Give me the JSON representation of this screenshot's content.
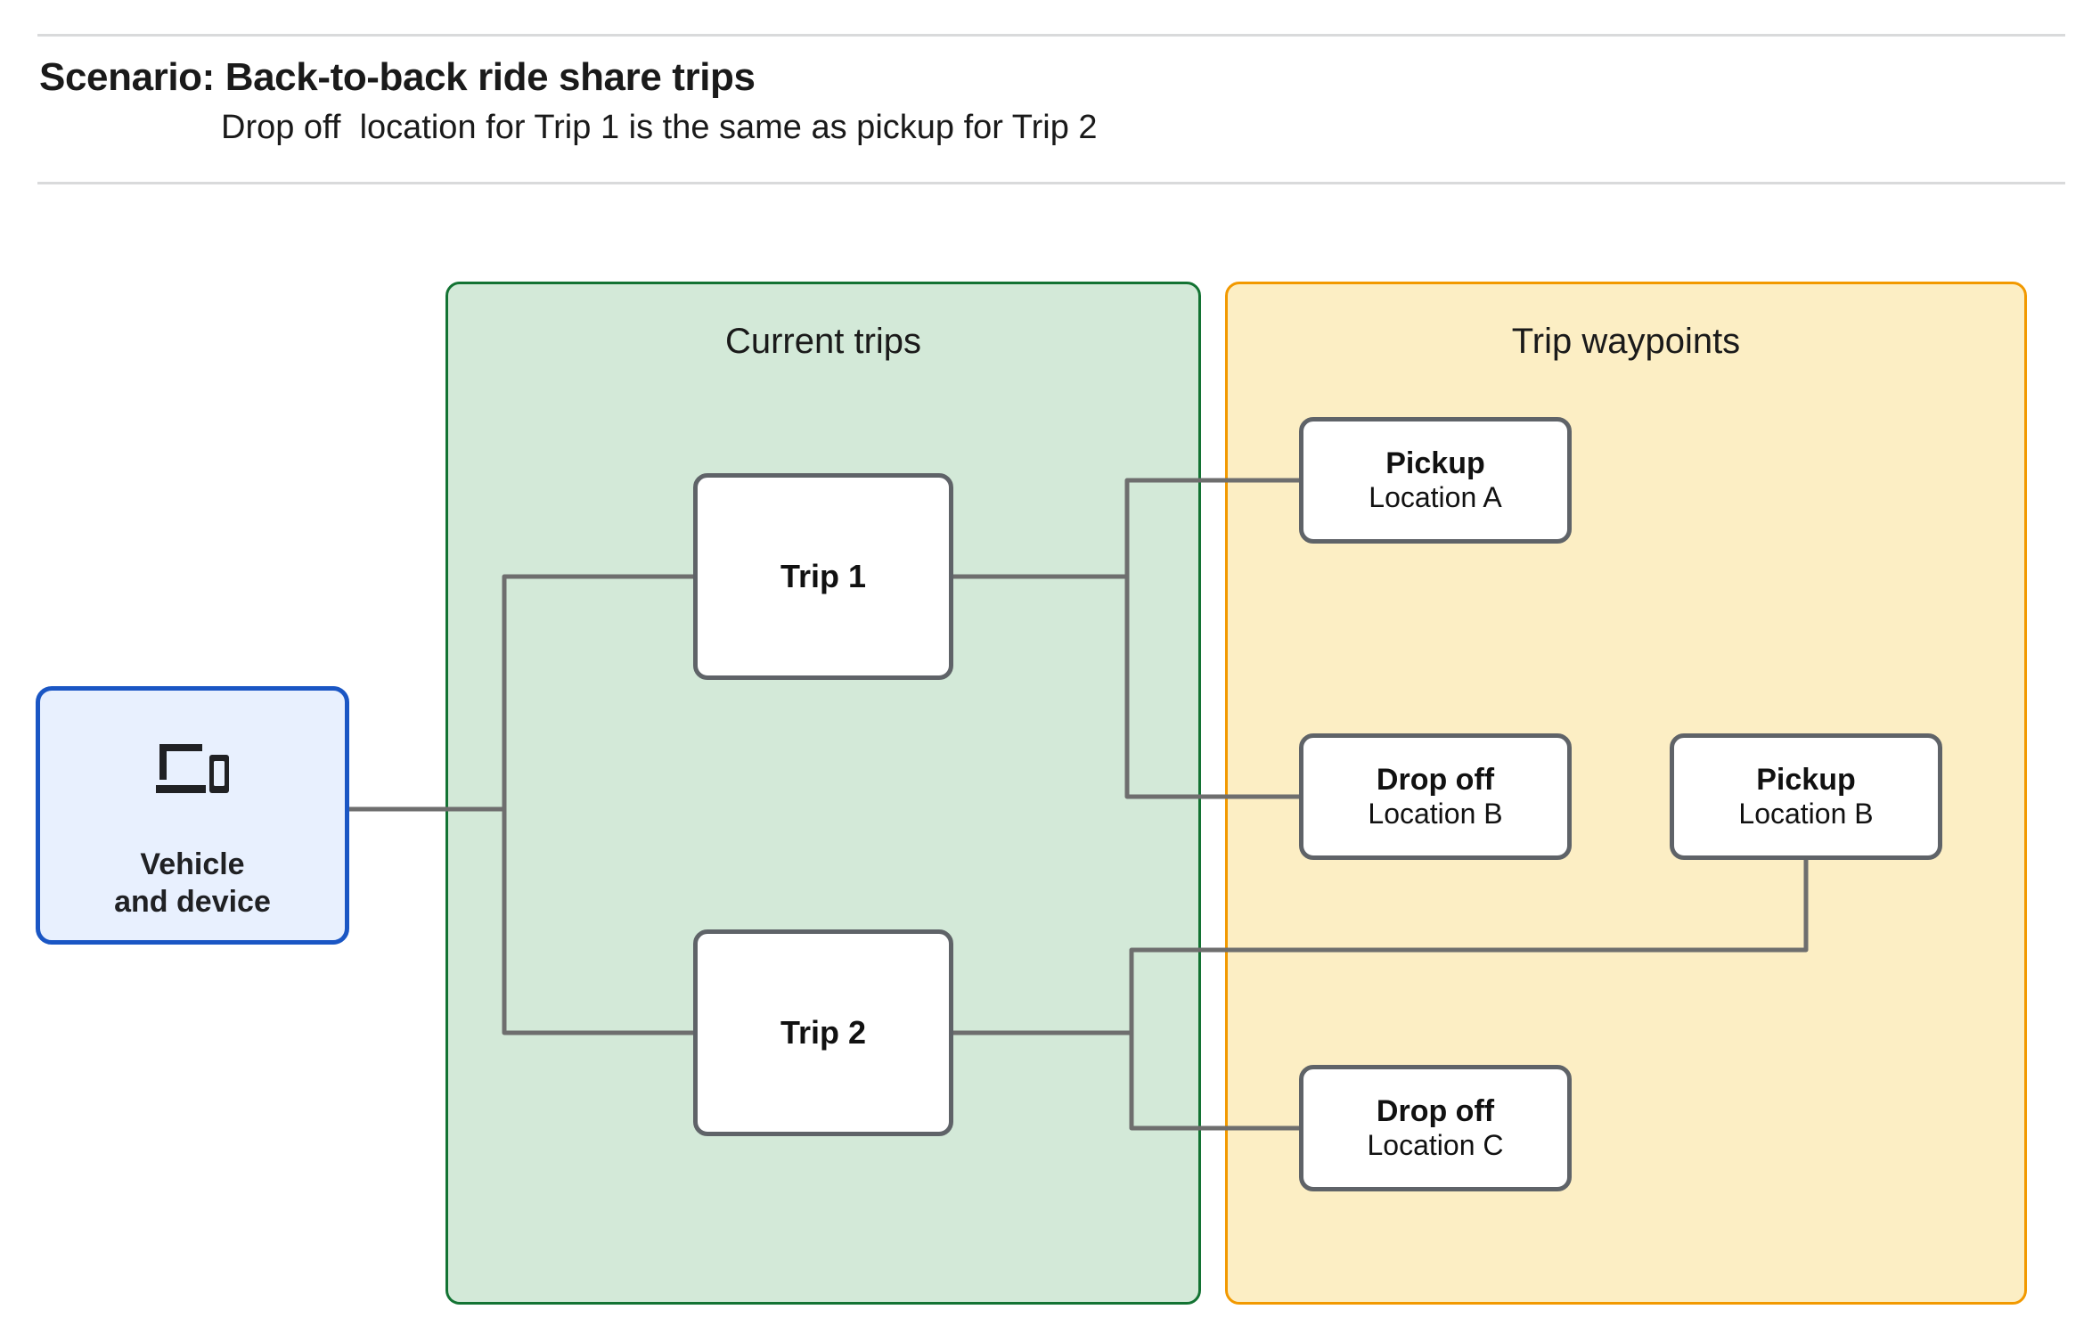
{
  "header": {
    "title": "Scenario: Back-to-back ride share trips",
    "subtitle": "Drop off  location for Trip 1 is the same as pickup for Trip 2"
  },
  "panels": {
    "current_trips": {
      "label": "Current trips",
      "fill": "#d3e9d8",
      "border": "#137333"
    },
    "trip_waypoints": {
      "label": "Trip waypoints",
      "fill": "#fceec4",
      "border": "#f29900"
    }
  },
  "nodes": {
    "vehicle": {
      "icon": "devices-icon",
      "label": "Vehicle\nand device",
      "fill": "#e8f0fe",
      "border": "#1a56c4"
    },
    "trip_1": {
      "label": "Trip 1"
    },
    "trip_2": {
      "label": "Trip 2"
    },
    "pickup_a": {
      "title": "Pickup",
      "sub": "Location A"
    },
    "dropoff_b": {
      "title": "Drop off",
      "sub": "Location B"
    },
    "pickup_b": {
      "title": "Pickup",
      "sub": "Location B"
    },
    "dropoff_c": {
      "title": "Drop off",
      "sub": "Location C"
    }
  },
  "edges": {
    "stroke": "#6e6e6e",
    "connections": [
      "vehicle -> trip_1",
      "vehicle -> trip_2",
      "trip_1 -> pickup_a",
      "trip_1 -> dropoff_b",
      "trip_2 -> pickup_b",
      "trip_2 -> dropoff_c"
    ]
  }
}
